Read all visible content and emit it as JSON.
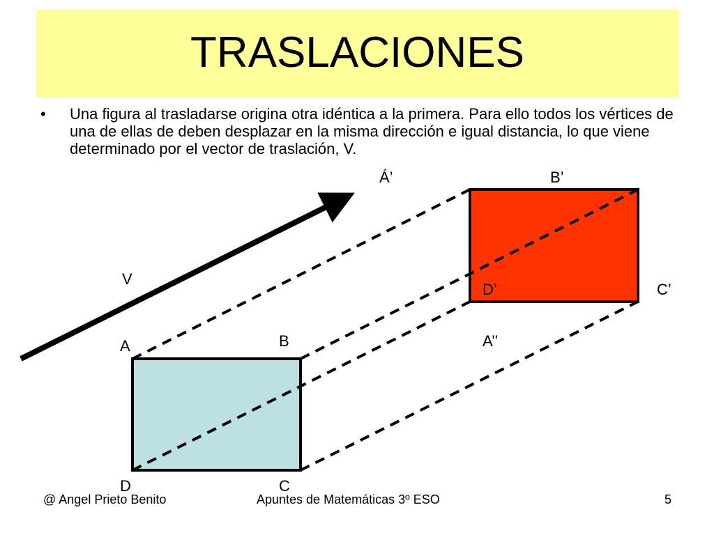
{
  "slide": {
    "title": "TRASLACIONES",
    "bullet_symbol": "•",
    "bullet_text": "Una figura al trasladarse origina otra idéntica a la primera. Para ello todos los vértices de una de ellas de deben desplazar en la misma dirección e igual distancia, lo que viene determinado por el vector de traslación, V."
  },
  "diagram": {
    "vector_label": "V",
    "original_labels": {
      "a": "A",
      "b": "B",
      "c": "C",
      "d": "D"
    },
    "image_labels": {
      "a": "Á’",
      "b": "B’",
      "c": "C’",
      "d": "D’"
    },
    "extra_label": "A’’",
    "colors": {
      "original_fill": "#bde0e3",
      "image_fill": "#ff3300",
      "stroke": "#000000",
      "title_bg": "#ffff99"
    }
  },
  "footer": {
    "author": "@ Angel Prieto Benito",
    "course": "Apuntes de Matemáticas 3º ESO",
    "page": "5"
  }
}
